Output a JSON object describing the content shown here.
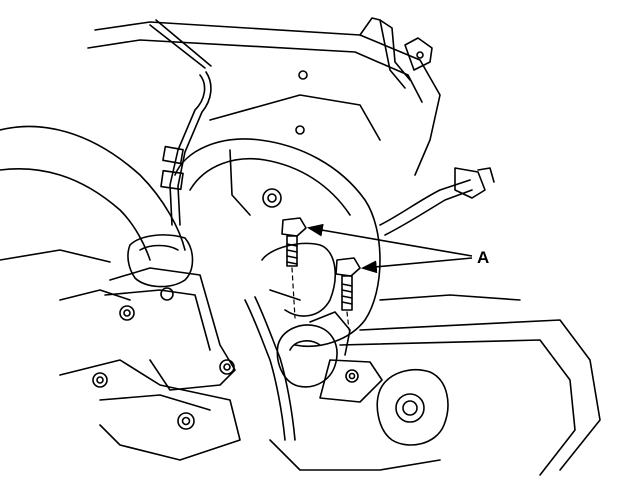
{
  "diagram": {
    "callouts": [
      {
        "id": "A",
        "label": "A",
        "targets": [
          "upper-bolt",
          "lower-bolt"
        ]
      }
    ],
    "colors": {
      "ink": "#000000",
      "paper": "#ffffff"
    }
  }
}
